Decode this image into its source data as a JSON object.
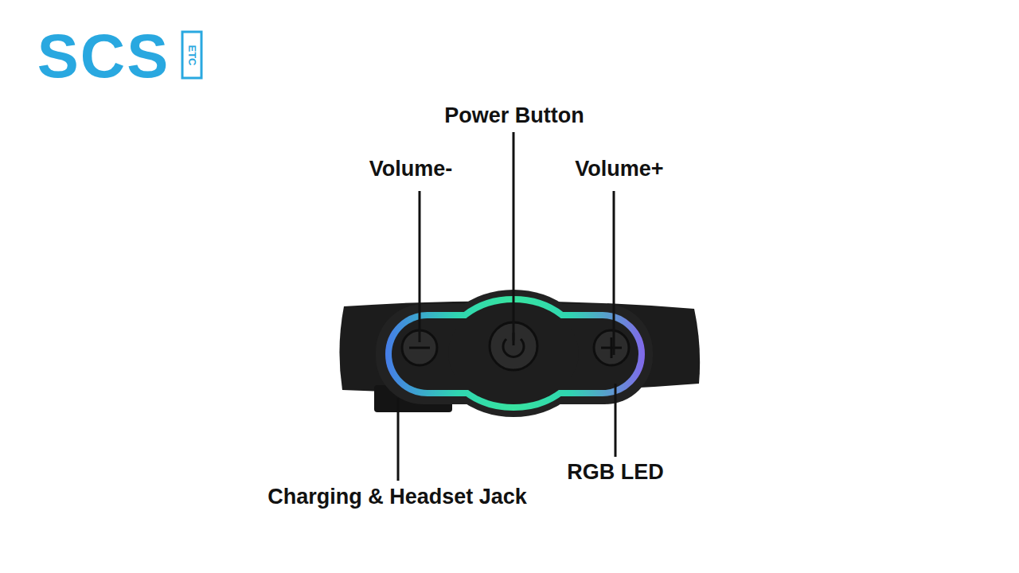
{
  "diagram": {
    "labels": [
      "SCS",
      "ETC",
      "Power Button",
      "Volume-",
      "Volume+",
      "RGB LED",
      "Charging & Headset Jack"
    ]
  }
}
